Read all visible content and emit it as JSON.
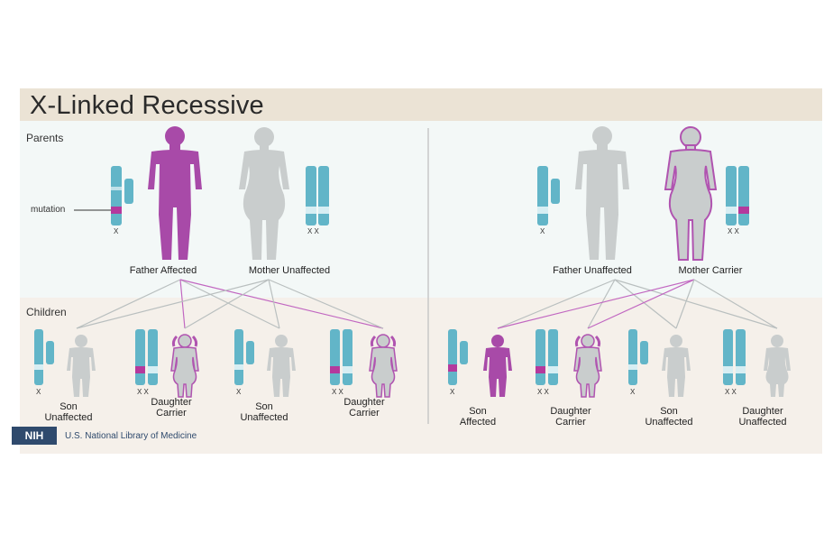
{
  "title": "X-Linked Recessive",
  "section_parents": "Parents",
  "section_children": "Children",
  "mutation_label": "mutation",
  "left": {
    "father": "Father Affected",
    "mother": "Mother Unaffected",
    "children": [
      {
        "line1": "Son",
        "line2": "Unaffected"
      },
      {
        "line1": "Daughter",
        "line2": "Carrier"
      },
      {
        "line1": "Son",
        "line2": "Unaffected"
      },
      {
        "line1": "Daughter",
        "line2": "Carrier"
      }
    ]
  },
  "right": {
    "father": "Father Unaffected",
    "mother": "Mother Carrier",
    "children": [
      {
        "line1": "Son",
        "line2": "Affected"
      },
      {
        "line1": "Daughter",
        "line2": "Carrier"
      },
      {
        "line1": "Son",
        "line2": "Unaffected"
      },
      {
        "line1": "Daughter",
        "line2": "Unaffected"
      }
    ]
  },
  "chromosome_labels": {
    "x": "X",
    "xx": "X X"
  },
  "footer": {
    "logo": "NIH",
    "text": "U.S. National Library of Medicine"
  },
  "colors": {
    "affected": "#a84aa8",
    "unaffected": "#c9cdcd",
    "chromosome": "#62b5c8",
    "mutation": "#b4399d",
    "lines_gray": "#b9bfbf",
    "lines_purple": "#c167c1"
  }
}
